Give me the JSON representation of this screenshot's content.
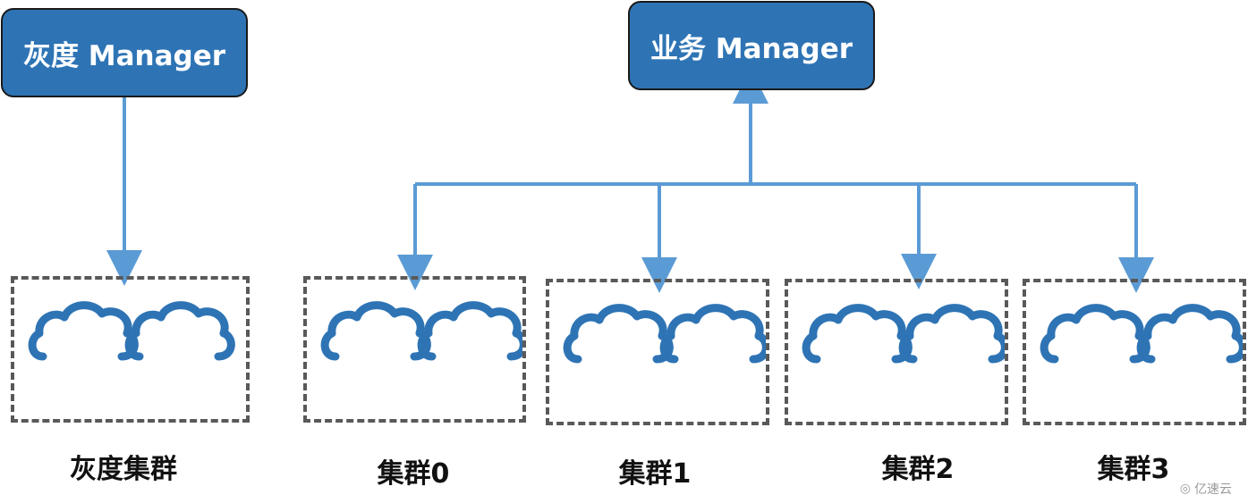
{
  "managers": {
    "gray": "灰度 Manager",
    "business": "业务 Manager"
  },
  "clusters": [
    {
      "label": "灰度集群"
    },
    {
      "label": "集群0"
    },
    {
      "label": "集群1"
    },
    {
      "label": "集群2"
    },
    {
      "label": "集群3"
    }
  ],
  "watermark": "亿速云",
  "colors": {
    "manager_fill": "#2e74b5",
    "connector": "#5b9bd5",
    "icon": "#2e74b5",
    "dashed_border": "#595959"
  },
  "icons": [
    "cloud-server-icon"
  ]
}
